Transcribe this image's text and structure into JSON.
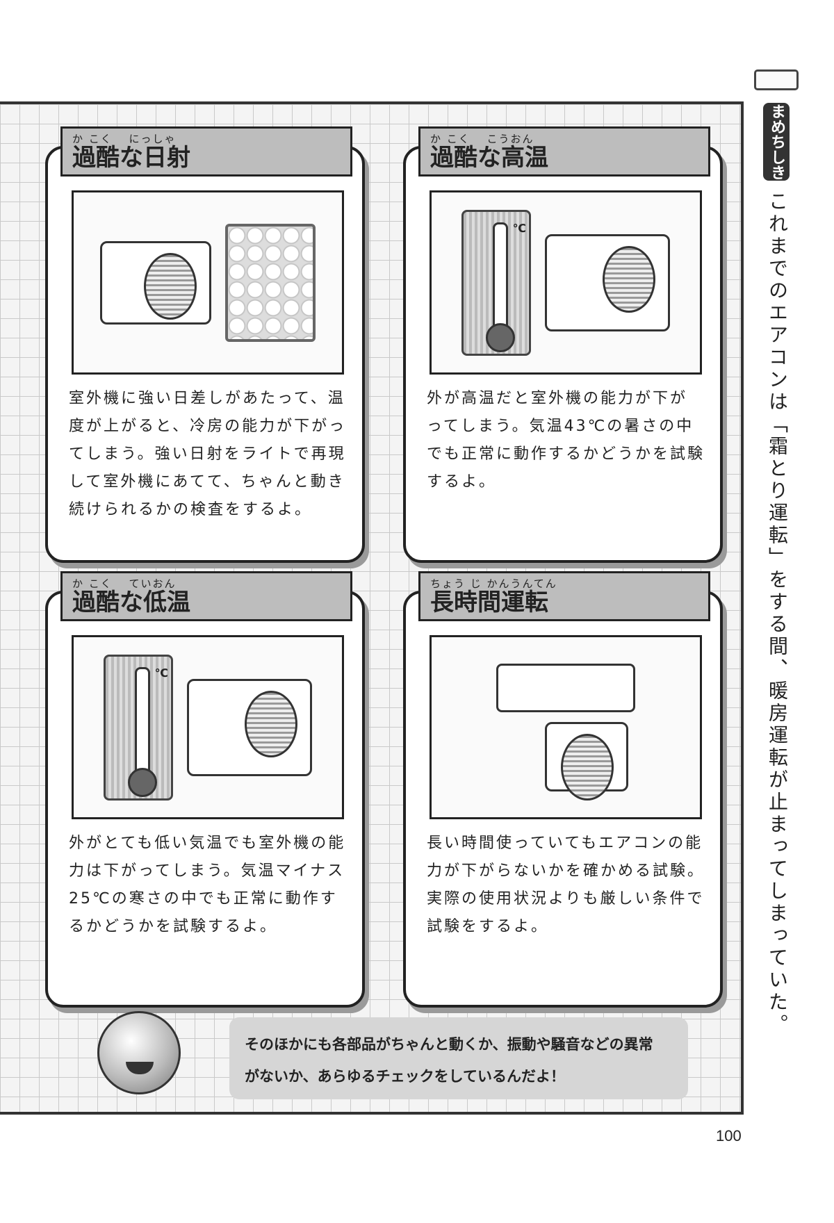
{
  "sidebar": {
    "tag": "まめちしき",
    "text": "これまでのエアコンは「霜とり運転」をする間、暖房運転が止まってしまっていた。"
  },
  "cards": [
    {
      "ruby": "か こく　 にっしゃ",
      "title": "過酷な日射",
      "body": "室外機に強い日差しがあたって、温度が上がると、冷房の能力が下がってしまう。強い日射をライトで再現して室外機にあてて、ちゃんと動き続けられるかの検査をするよ。"
    },
    {
      "ruby": "か こく　 こうおん",
      "title": "過酷な高温",
      "body": "外が高温だと室外機の能力が下がってしまう。気温43℃の暑さの中でも正常に動作するかどうかを試験するよ。",
      "unit": "℃"
    },
    {
      "ruby": "か こく　 ていおん",
      "title": "過酷な低温",
      "body": "外がとても低い気温でも室外機の能力は下がってしまう。気温マイナス25℃の寒さの中でも正常に動作するかどうかを試験するよ。",
      "unit": "℃"
    },
    {
      "ruby": "ちょう じ かんうんてん",
      "title": "長時間運転",
      "body": "長い時間使っていてもエアコンの能力が下がらないかを確かめる試験。実際の使用状況よりも厳しい条件で試験をするよ。"
    }
  ],
  "bubble": {
    "line1": "そのほかにも各部品がちゃんと動くか、振動や騒音などの異常",
    "line2": "がないか、あらゆるチェックをしているんだよ！"
  },
  "page_number": "100"
}
